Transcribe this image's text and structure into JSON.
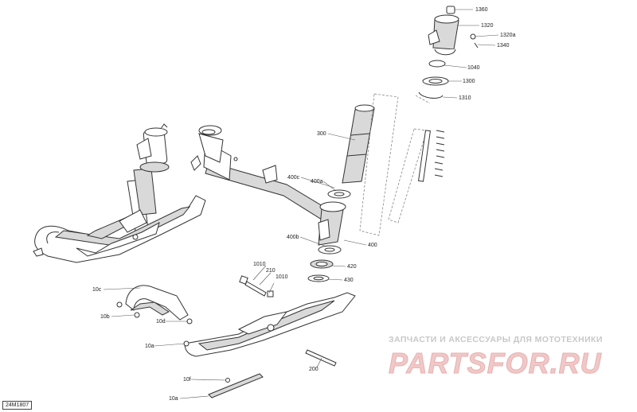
{
  "diagram": {
    "drawing_code": "24M1807",
    "watermark": {
      "text": "ЗАПЧАСТИ И АКСЕССУАРЫ ДЛЯ МОТОТЕХНИКИ",
      "logo": "PARTSFOR.RU"
    },
    "callouts": [
      {
        "id": "1360",
        "label": "1360"
      },
      {
        "id": "1320",
        "label": "1320"
      },
      {
        "id": "1320a",
        "label": "1320a"
      },
      {
        "id": "1340",
        "label": "1340"
      },
      {
        "id": "1040",
        "label": "1040"
      },
      {
        "id": "1300",
        "label": "1300"
      },
      {
        "id": "1310",
        "label": "1310"
      },
      {
        "id": "300",
        "label": "300"
      },
      {
        "id": "400c",
        "label": "400c"
      },
      {
        "id": "400a",
        "label": "400a"
      },
      {
        "id": "400b",
        "label": "400b"
      },
      {
        "id": "400",
        "label": "400"
      },
      {
        "id": "420",
        "label": "420"
      },
      {
        "id": "430",
        "label": "430"
      },
      {
        "id": "1010a",
        "label": "1010"
      },
      {
        "id": "210",
        "label": "210"
      },
      {
        "id": "1010b",
        "label": "1010"
      },
      {
        "id": "10c",
        "label": "10c"
      },
      {
        "id": "10b",
        "label": "10b"
      },
      {
        "id": "10d",
        "label": "10d"
      },
      {
        "id": "10a1",
        "label": "10a"
      },
      {
        "id": "10f",
        "label": "10f"
      },
      {
        "id": "10a2",
        "label": "10a"
      },
      {
        "id": "200",
        "label": "200"
      }
    ]
  }
}
